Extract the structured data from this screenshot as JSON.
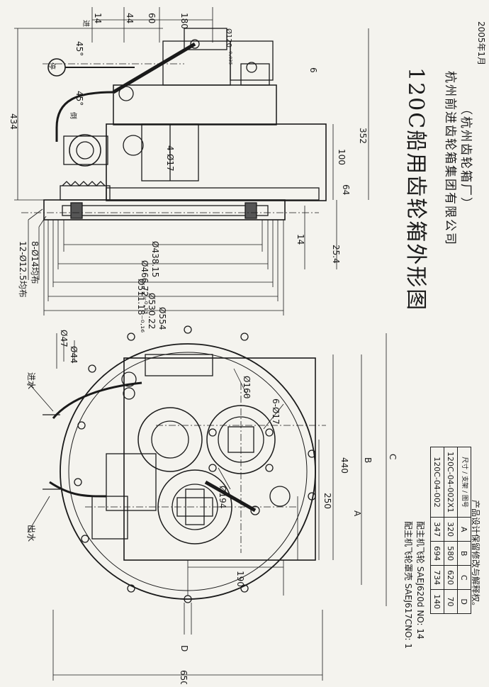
{
  "title": "120C船用齿轮箱外形图",
  "company": "杭州前进齿轮箱集团有限公司",
  "factory": "（杭州齿轮箱厂）",
  "date": "2005年1月",
  "flywheel_housing_note": "配主机飞轮罩壳 SAEJ617CNO: 1",
  "flywheel_note": "配主机飞轮 SAEJ620d NO: 14",
  "rights_note": "产品设计保留修改与解释权。",
  "spec_table": {
    "header_corner_top": "尺寸",
    "header_corner_mid": "支架",
    "header_corner_bottom": "图号",
    "columns": [
      "A",
      "B",
      "C",
      "D"
    ],
    "rows": [
      {
        "part": "120C-04-002X1",
        "values": [
          "320",
          "580",
          "620",
          "70"
        ]
      },
      {
        "part": "120C-04-002",
        "values": [
          "347",
          "694",
          "734",
          "140"
        ]
      }
    ]
  },
  "labels": {
    "water_in": "进水",
    "water_out": "出水",
    "holes_12": "12-Ø12.5均布",
    "holes_8": "8-Ø14均布",
    "forward": "进",
    "neutral": "停",
    "reverse": "倒",
    "holes_4": "4-Ø17",
    "holes_6": "6-Ø17"
  },
  "dimensions_top": {
    "d_14": "14",
    "d_44": "44",
    "d_60": "60",
    "d_180": "180",
    "d_120": "Ø120⁻⁰·⁰³⁵",
    "d_434": "434",
    "d_352": "352",
    "d_6": "6",
    "d_100": "100",
    "d_64": "64",
    "d_14b": "14",
    "d_25_4": "25.4",
    "d_438": "Ø438.15",
    "d_466": "Ø466.72⁻⁰·¹³",
    "d_511": "Ø511.18⁻⁰·¹⁶",
    "d_530": "Ø530.22",
    "d_554": "Ø554",
    "angle_45a": "45°",
    "angle_45b": "45°"
  },
  "dimensions_bottom": {
    "d_47": "Ø47",
    "d_44": "Ø44",
    "d_160": "Ø160",
    "d_194": "Ø194",
    "d_440": "440",
    "d_250": "250",
    "d_190": "190",
    "d_650": "650",
    "A": "A",
    "B": "B",
    "C": "C",
    "D": "D"
  }
}
